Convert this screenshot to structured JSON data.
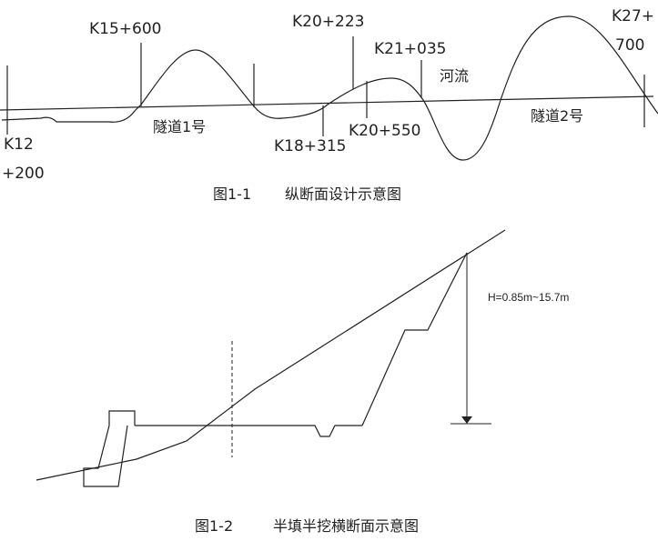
{
  "figure1": {
    "stations": {
      "k12": "K12",
      "k12_sub": "+200",
      "k15": "K15+600",
      "k18": "K18+315",
      "k20_223": "K20+223",
      "k20_550": "K20+550",
      "k21": "K21+035",
      "k27": "K27+",
      "k27_sub": "700"
    },
    "tunnel1": "隧道1号",
    "tunnel2": "隧道2号",
    "river": "河流",
    "caption_num": "图1-1",
    "caption_text": "纵断面设计示意图"
  },
  "figure2": {
    "height_label": "H=0.85m~15.7m",
    "caption_num": "图1-2",
    "caption_text": "半填半挖横断面示意图"
  }
}
